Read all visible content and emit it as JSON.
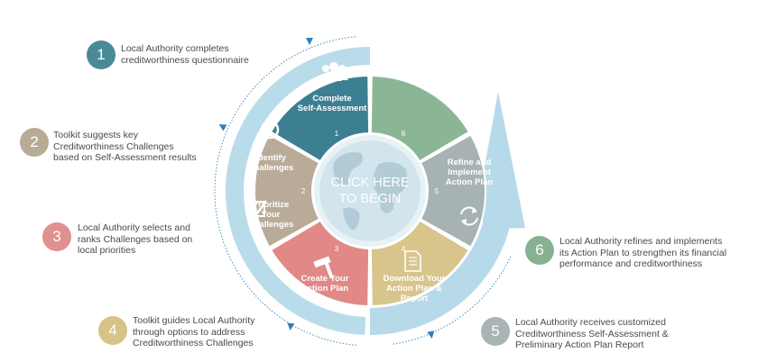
{
  "center": {
    "label_line1": "CLICK HERE",
    "label_line2": "TO BEGIN"
  },
  "wheel": {
    "segments": [
      {
        "id": "complete-self-assessment",
        "number": "1",
        "lines": [
          "Complete",
          "Self-Assessment"
        ],
        "color": "#3d7f92",
        "icon": "people-group-icon"
      },
      {
        "id": "identify-challenges",
        "number": "2",
        "lines": [
          "Identify",
          "Challenges"
        ],
        "color": "#b9ab98",
        "icon": "magnifying-glass-icon"
      },
      {
        "id": "prioritize-challenges",
        "number": "3",
        "lines": [
          "Prioritize",
          "Your",
          "Challenges"
        ],
        "color": "#e28886",
        "icon": "checkbox-icon"
      },
      {
        "id": "create-action-plan",
        "number": "4",
        "lines": [
          "Create Your",
          "Action Plan"
        ],
        "color": "#d7c58c",
        "icon": "hammer-icon"
      },
      {
        "id": "download-action-plan",
        "number": "5",
        "lines": [
          "Download Your",
          "Action Plan &",
          "Report"
        ],
        "color": "#a7b2b3",
        "icon": "document-icon"
      },
      {
        "id": "refine-implement",
        "number": "6",
        "lines": [
          "Refine and",
          "Implement",
          "Action Plan"
        ],
        "color": "#8ab696",
        "icon": "refresh-arrows-icon"
      }
    ]
  },
  "steps": [
    {
      "number": "1",
      "color": "#4a8a96",
      "lines": [
        "Local Authority completes",
        "creditworthiness questionnaire"
      ]
    },
    {
      "number": "2",
      "color": "#b8ab95",
      "lines": [
        "Toolkit suggests key",
        "Creditworthiness Challenges",
        "based on Self-Assessment results"
      ]
    },
    {
      "number": "3",
      "color": "#e0908d",
      "lines": [
        "Local Authority selects and",
        "ranks Challenges based on",
        "local priorities"
      ]
    },
    {
      "number": "4",
      "color": "#d6c387",
      "lines": [
        "Toolkit guides Local Authority",
        "through options to address",
        "Creditworthiness Challenges"
      ]
    },
    {
      "number": "5",
      "color": "#a9b4b5",
      "lines": [
        "Local Authority receives customized",
        "Creditworthiness Self-Assessment &",
        "Preliminary Action Plan Report"
      ]
    },
    {
      "number": "6",
      "color": "#86b292",
      "lines": [
        "Local Authority refines and implements",
        "its Action Plan to strengthen its financial",
        "performance and creditworthiness"
      ]
    }
  ]
}
